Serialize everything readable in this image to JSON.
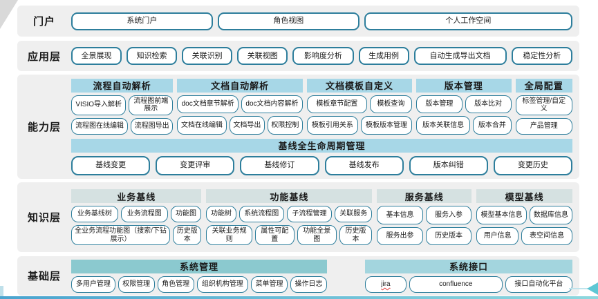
{
  "colors": {
    "chip_border": "#2d7e9c",
    "layer_bg": "#efefef",
    "capability_header": "#a7d7e7",
    "knowledge_header": "#d5e1e1",
    "system_mgmt_header": "#8bc9cf",
    "system_if_header": "#a3d5de",
    "bottom_bar_left": "#4aa4cf",
    "bottom_bar_right": "#8ed8de",
    "arrow": "#5ec7d4"
  },
  "layers": [
    {
      "id": "portal",
      "label": "门户",
      "type": "buttons",
      "buttons": [
        "系统门户",
        "角色视图",
        "个人工作空间"
      ]
    },
    {
      "id": "application",
      "label": "应用层",
      "type": "buttons",
      "buttons": [
        "全景展现",
        "知识检索",
        "关联识别",
        "关联视图",
        "影响度分析",
        "生成用例",
        "自动生成导出文档",
        "稳定性分析"
      ]
    },
    {
      "id": "capability",
      "label": "能力层",
      "type": "groups",
      "groups": [
        {
          "id": "process-auto-parse",
          "title": "流程自动解析",
          "header_color": "capability_header",
          "rows": [
            [
              "VISIO导入解析",
              "流程图前端展示"
            ],
            [
              "流程图在线编辑",
              "流程图导出"
            ]
          ]
        },
        {
          "id": "doc-auto-parse",
          "title": "文档自动解析",
          "header_color": "capability_header",
          "rows": [
            [
              "doc文档章节解析",
              "doc文档内容解析"
            ],
            [
              "文档在线编辑",
              "文档导出",
              "权限控制"
            ]
          ]
        },
        {
          "id": "doc-template-custom",
          "title": "文档模板自定义",
          "header_color": "capability_header",
          "rows": [
            [
              "模板章节配置",
              "模板查询"
            ],
            [
              "模板引用关系",
              "模板版本管理"
            ]
          ]
        },
        {
          "id": "version-mgmt",
          "title": "版本管理",
          "header_color": "capability_header",
          "rows": [
            [
              "版本管理",
              "版本比对"
            ],
            [
              "版本关联信息",
              "版本合并"
            ]
          ]
        },
        {
          "id": "global-config",
          "title": "全局配置",
          "header_color": "capability_header",
          "rows": [
            [
              "标签管理/自定义"
            ],
            [
              "产品管理"
            ]
          ]
        }
      ],
      "baseline": {
        "id": "baseline-lifecycle",
        "title": "基线全生命周期管理",
        "header_color": "capability_header",
        "items": [
          "基线变更",
          "变更评审",
          "基线修订",
          "基线发布",
          "版本纠错",
          "变更历史"
        ]
      }
    },
    {
      "id": "knowledge",
      "label": "知识层",
      "type": "groups",
      "groups": [
        {
          "id": "business-baseline",
          "title": "业务基线",
          "header_color": "knowledge_header",
          "rows": [
            [
              "业务基线树",
              "业务流程图",
              "功能图"
            ],
            [
              "全业务流程功能图（搜索/下钻展示）",
              "历史版本"
            ]
          ]
        },
        {
          "id": "function-baseline",
          "title": "功能基线",
          "header_color": "knowledge_header",
          "rows": [
            [
              "功能树",
              "系统流程图",
              "子流程管理",
              "关联服务"
            ],
            [
              "关联业务规则",
              "属性可配置",
              "功能全景图",
              "历史版本"
            ]
          ]
        },
        {
          "id": "service-baseline",
          "title": "服务基线",
          "header_color": "knowledge_header",
          "rows": [
            [
              "基本信息",
              "服务入参"
            ],
            [
              "服务出参",
              "历史版本"
            ]
          ]
        },
        {
          "id": "model-baseline",
          "title": "模型基线",
          "header_color": "knowledge_header",
          "rows": [
            [
              "模型基本信息",
              "数据库信息"
            ],
            [
              "用户信息",
              "表空间信息"
            ]
          ]
        }
      ]
    },
    {
      "id": "foundation",
      "label": "基础层",
      "type": "groups",
      "groups": [
        {
          "id": "system-mgmt",
          "title": "系统管理",
          "header_color": "system_mgmt_header",
          "rows": [
            [
              "多用户管理",
              "权限管理",
              "角色管理",
              "组织机构管理",
              "菜单管理",
              "操作日志"
            ]
          ]
        },
        {
          "id": "system-interface",
          "title": "系统接口",
          "header_color": "system_if_header",
          "rows": [
            [
              {
                "label": "jira",
                "spellcheck_underline": true
              },
              "confluence",
              "接口自动化平台"
            ]
          ]
        }
      ]
    }
  ]
}
